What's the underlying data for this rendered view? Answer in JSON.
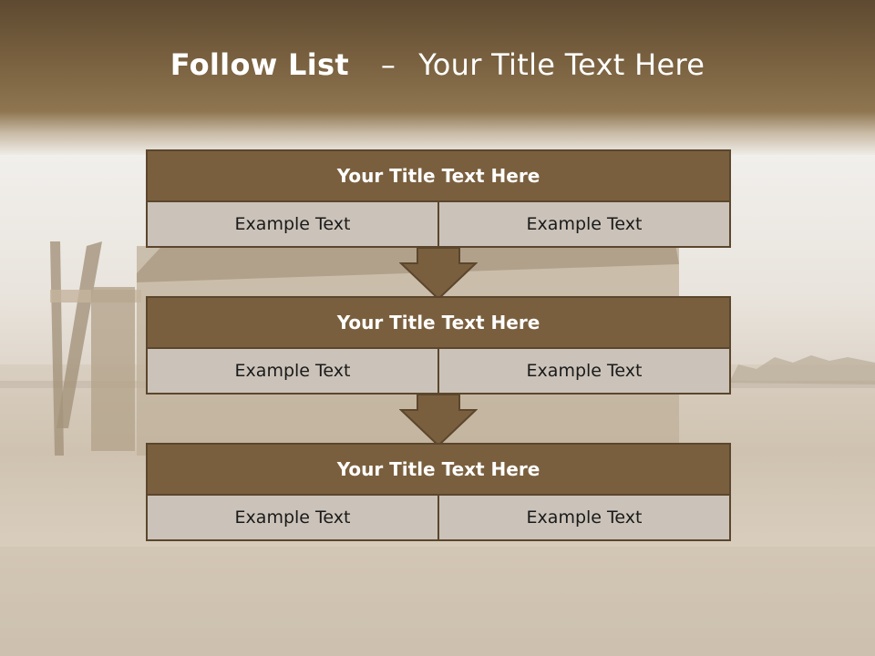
{
  "slide": {
    "title_bold": "Follow List",
    "title_separator": "–",
    "title_rest": "Your Title Text Here"
  },
  "blocks": [
    {
      "title": "Your Title Text Here",
      "left": "Example Text",
      "right": "Example Text"
    },
    {
      "title": "Your Title Text Here",
      "left": "Example Text",
      "right": "Example Text"
    },
    {
      "title": "Your Title Text Here",
      "left": "Example Text",
      "right": "Example Text"
    }
  ],
  "colors": {
    "header_brown": "#7a5f3e",
    "border_brown": "#5b462d",
    "cell_fill": "#cbc3b9",
    "arrow_fill": "#7a5f3e"
  }
}
